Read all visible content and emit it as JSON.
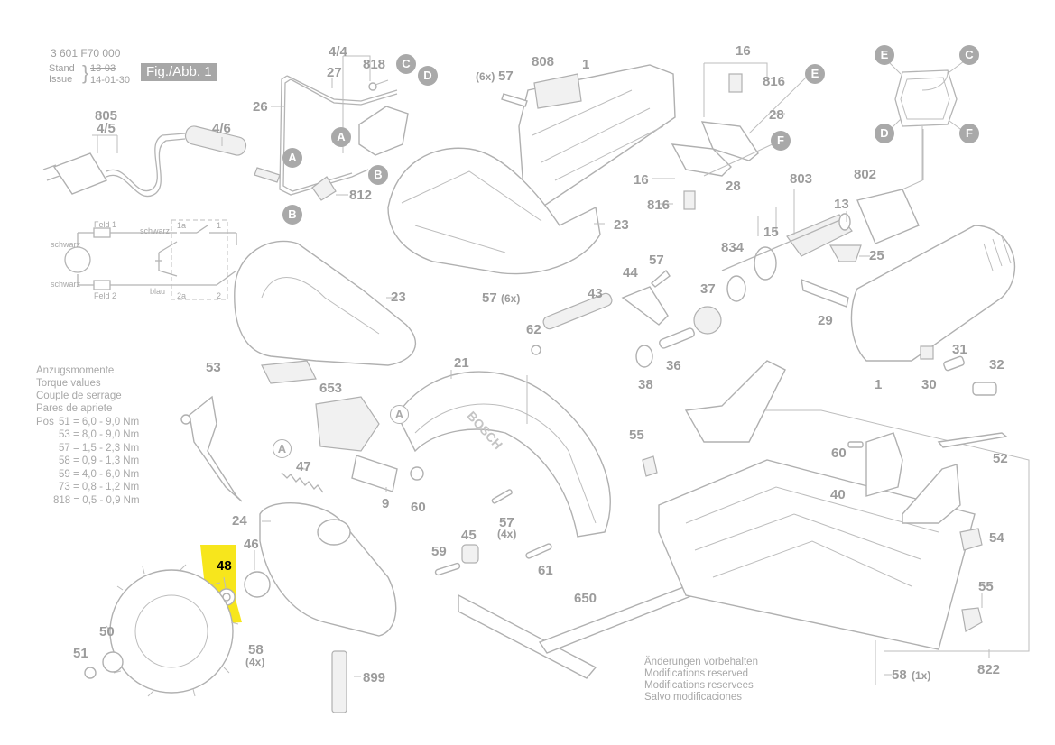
{
  "header": {
    "part_number": "3 601 F70 000",
    "stand_label": "Stand",
    "issue_label": "Issue",
    "stand_value_struck": "13-03",
    "issue_value": "14-01-30",
    "figure_label": "Fig./Abb. 1"
  },
  "highlight": {
    "part": "48",
    "color": "#f7e61c"
  },
  "wiring": {
    "labels": [
      "Feld 1",
      "Feld 2",
      "schwarz",
      "schwarz",
      "schwarz",
      "blau",
      "1a",
      "1",
      "2a",
      "2"
    ]
  },
  "torque": {
    "title_lines": [
      "Anzugsmomente",
      "Torque values",
      "Couple de serrage",
      "Pares de apriete"
    ],
    "pos_label": "Pos",
    "values": [
      "51 = 6,0 - 9,0 Nm",
      "53 = 8,0 - 9,0 Nm",
      "57 = 1,5 - 2,3 Nm",
      "58 = 0,9 - 1,3 Nm",
      "59 = 4,0 - 6,0 Nm",
      "73 = 0,8 - 1,2 Nm",
      "818 = 0,5 - 0,9 Nm"
    ]
  },
  "notice": {
    "lines": [
      "Änderungen vorbehalten",
      "Modifications reserved",
      "Modifications reservees",
      "Salvo modificaciones"
    ]
  },
  "connectors": [
    "A",
    "B",
    "C",
    "D",
    "E",
    "F"
  ],
  "part_labels": {
    "p805": "805",
    "p4_5": "4/5",
    "p4_6": "4/6",
    "p4_4": "4/4",
    "p27": "27",
    "p26": "26",
    "p818": "818",
    "p812": "812",
    "p808": "808",
    "p1a": "1",
    "p57a": "57",
    "p57a_qty": "(6x)",
    "p16a": "16",
    "p816a": "816",
    "p28a": "28",
    "p16b": "16",
    "p816b": "816",
    "p28b": "28",
    "p23a": "23",
    "p803": "803",
    "p802": "802",
    "p13": "13",
    "p15": "15",
    "p834": "834",
    "p25": "25",
    "p57b": "57",
    "p57b_qty": "(6x)",
    "p44": "44",
    "p57c": "57",
    "p43": "43",
    "p62": "62",
    "p37": "37",
    "p36": "36",
    "p38": "38",
    "p29": "29",
    "p1b": "1",
    "p30": "30",
    "p31": "31",
    "p32": "32",
    "p23b": "23",
    "p53": "53",
    "p653": "653",
    "p21": "21",
    "p47": "47",
    "p9": "9",
    "p60a": "60",
    "p57d": "57",
    "p57d_qty": "(4x)",
    "p55a": "55",
    "p60b": "60",
    "p52": "52",
    "p40": "40",
    "p54": "54",
    "p24": "24",
    "p46": "46",
    "p48": "48",
    "p50": "50",
    "p51": "51",
    "p58a": "58",
    "p58a_qty": "(4x)",
    "p59": "59",
    "p45": "45",
    "p61": "61",
    "p650": "650",
    "p899": "899",
    "p55b": "55",
    "p822": "822",
    "p58b": "58",
    "p58b_qty": "(1x)"
  },
  "brand_on_guard": "BOSCH"
}
